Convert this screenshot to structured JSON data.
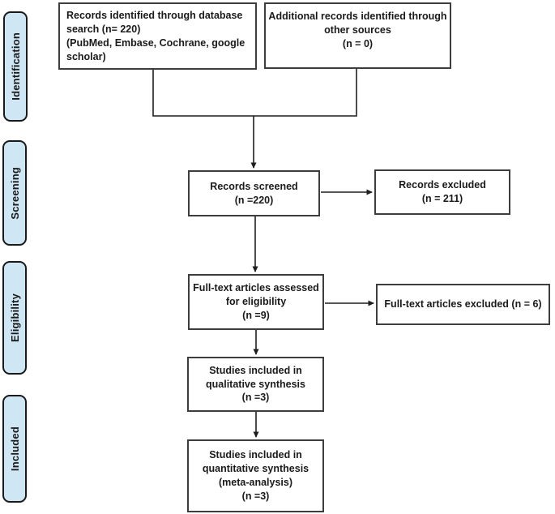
{
  "diagram": {
    "type": "prisma-flow",
    "stages": [
      {
        "label": "Identification"
      },
      {
        "label": "Screening"
      },
      {
        "label": "Eligibility"
      },
      {
        "label": "Included"
      }
    ],
    "boxes": {
      "db_search": {
        "lines": [
          "Records identified through database",
          "search (n= 220)",
          "(PubMed, Embase, Cochrane, google",
          "scholar)"
        ]
      },
      "other_sources": {
        "lines": [
          "Additional records identified through",
          "other sources",
          "(n = 0)"
        ]
      },
      "screened": {
        "lines": [
          "Records screened",
          "(n =220)"
        ]
      },
      "records_excluded": {
        "lines": [
          "Records excluded",
          "(n = 211)"
        ]
      },
      "fulltext_assessed": {
        "lines": [
          "Full-text articles assessed",
          "for eligibility",
          "(n =9)"
        ]
      },
      "fulltext_excluded": {
        "lines": [
          "Full-text articles excluded (n = 6)"
        ]
      },
      "qualitative": {
        "lines": [
          "Studies included in",
          "qualitative synthesis",
          "(n =3)"
        ]
      },
      "quantitative": {
        "lines": [
          "Studies included in",
          "quantitative synthesis",
          "(meta-analysis)",
          "(n =3)"
        ]
      }
    },
    "colors": {
      "stage_fill": "#cfe6f5",
      "stage_border": "#1a1a1a",
      "box_border": "#3d3d3d",
      "arrow": "#1f1f1f",
      "text": "#1a1a1a",
      "background": "#ffffff"
    }
  }
}
